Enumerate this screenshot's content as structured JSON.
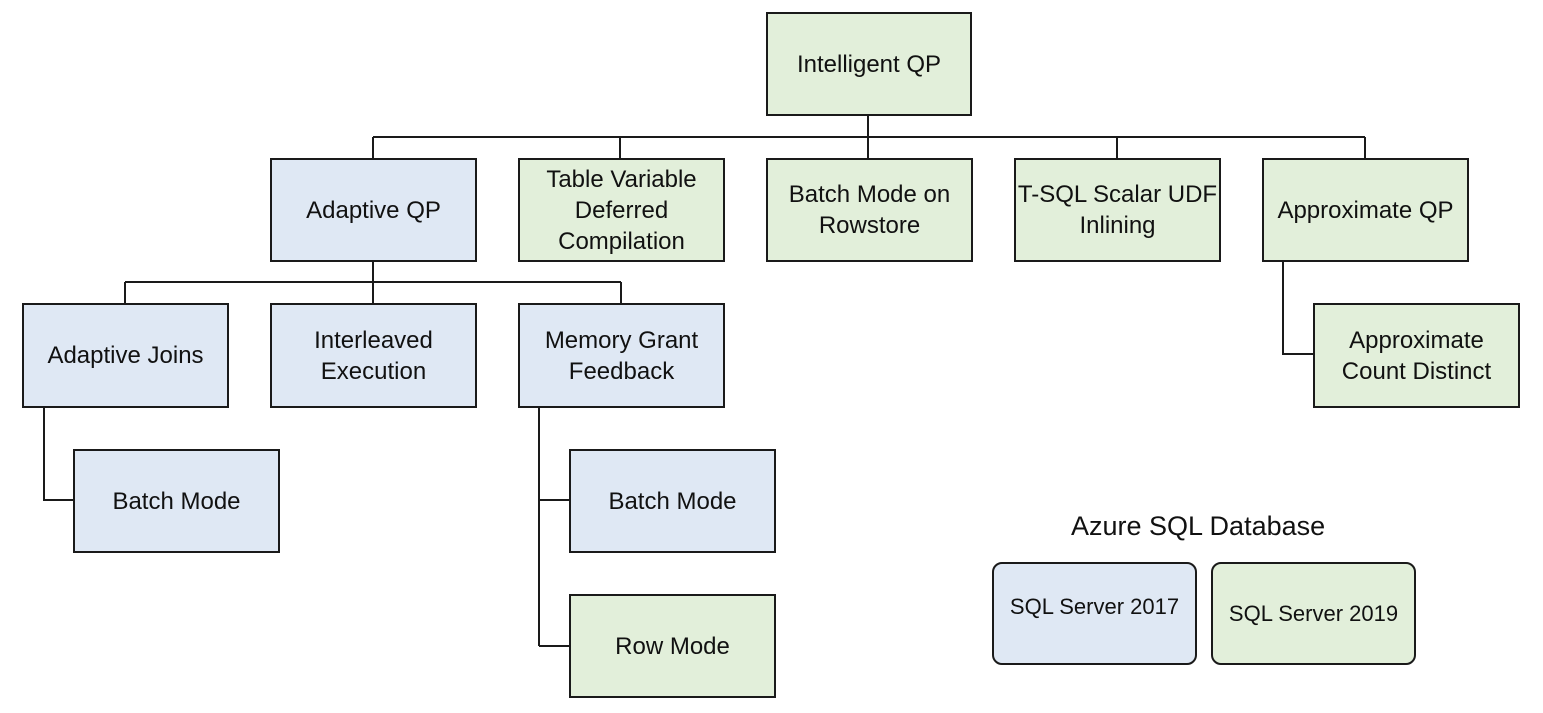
{
  "diagram": {
    "root": "Intelligent QP",
    "adaptive_qp": "Adaptive QP",
    "table_variable_deferred_compilation": "Table Variable\nDeferred\nCompilation",
    "batch_mode_on_rowstore": "Batch Mode on\nRowstore",
    "tsql_scalar_udf_inlining": "T-SQL Scalar UDF\nInlining",
    "approximate_qp": "Approximate QP",
    "adaptive_joins": "Adaptive Joins",
    "interleaved_execution": "Interleaved\nExecution",
    "memory_grant_feedback": "Memory Grant\nFeedback",
    "adaptive_joins_batch_mode": "Batch Mode",
    "mgf_batch_mode": "Batch Mode",
    "mgf_row_mode": "Row Mode",
    "approximate_count_distinct": "Approximate\nCount Distinct"
  },
  "legend": {
    "title": "Azure SQL Database",
    "sql2017": "SQL Server 2017",
    "sql2019": "SQL Server 2019"
  },
  "colors": {
    "sql2017_fill": "#dfe8f4",
    "sql2019_fill": "#e2efda",
    "border": "#1a1a1a"
  }
}
